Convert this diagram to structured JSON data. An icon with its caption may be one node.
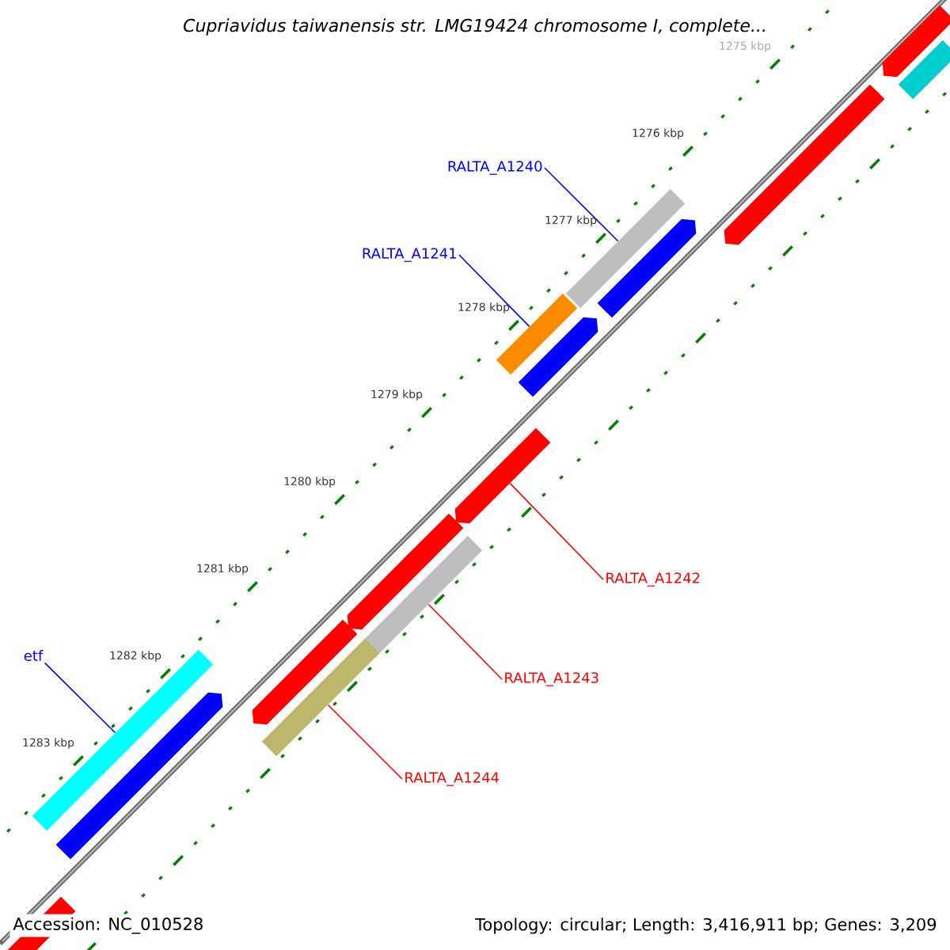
{
  "diagram": {
    "title": "*Cupriavidus taiwanensis* str. LMG19424 chromosome I, complete...",
    "nodes": [
      {
        "text": [
          "RALTA_A1240"
        ]
      },
      {
        "text": [
          "RALTA_A1241"
        ]
      },
      {
        "text": [
          "RALTA_A1242"
        ]
      },
      {
        "text": [
          "RALTA_A1243"
        ]
      },
      {
        "text": [
          "RALTA_A1244"
        ]
      },
      {
        "text": [
          "etf"
        ]
      },
      {
        "text": [],
        "shape": "bar"
      },
      {
        "text": [],
        "shape": "bar"
      },
      {
        "text": [],
        "shape": "arrow"
      },
      {
        "text": [],
        "shape": "bar"
      },
      {
        "text": [],
        "shape": "bar"
      },
      {
        "text": [],
        "shape": "bar"
      },
      {
        "text": [],
        "shape": "arrow"
      },
      {
        "text": [],
        "shape": "arrow"
      },
      {
        "text": [],
        "shape": "arrow"
      },
      {
        "text": [],
        "shape": "arrow"
      },
      {
        "text": [],
        "shape": "arrow"
      },
      {
        "text": [],
        "shape": "arrow"
      },
      {
        "text": [],
        "shape": "arrow"
      },
      {
        "text": [],
        "shape": "arrow"
      },
      {
        "text": [],
        "shape": "bar"
      }
    ],
    "edges": [
      {
        "from": 0,
        "to": 6,
        "arrow": "none",
        "color": "#0000ff"
      },
      {
        "from": 1,
        "to": 7,
        "arrow": "none",
        "color": "#0000ff"
      },
      {
        "from": 2,
        "to": 8,
        "arrow": "none",
        "color": "#ff0000"
      },
      {
        "from": 3,
        "to": 9,
        "arrow": "none",
        "color": "#ff0000"
      },
      {
        "from": 4,
        "to": 10,
        "arrow": "none",
        "color": "#ff0000"
      },
      {
        "from": 5,
        "to": 11,
        "arrow": "none",
        "color": "#0000ff"
      }
    ],
    "labels": [
      "1275 kbp",
      "1276 kbp",
      "1277 kbp",
      "1278 kbp",
      "1279 kbp",
      "1280 kbp",
      "1281 kbp",
      "1282 kbp",
      "1283 kbp",
      "Accession: NC_010528",
      "Topology: circular; Length: 3,416,911 bp; Genes: 3,209"
    ]
  }
}
